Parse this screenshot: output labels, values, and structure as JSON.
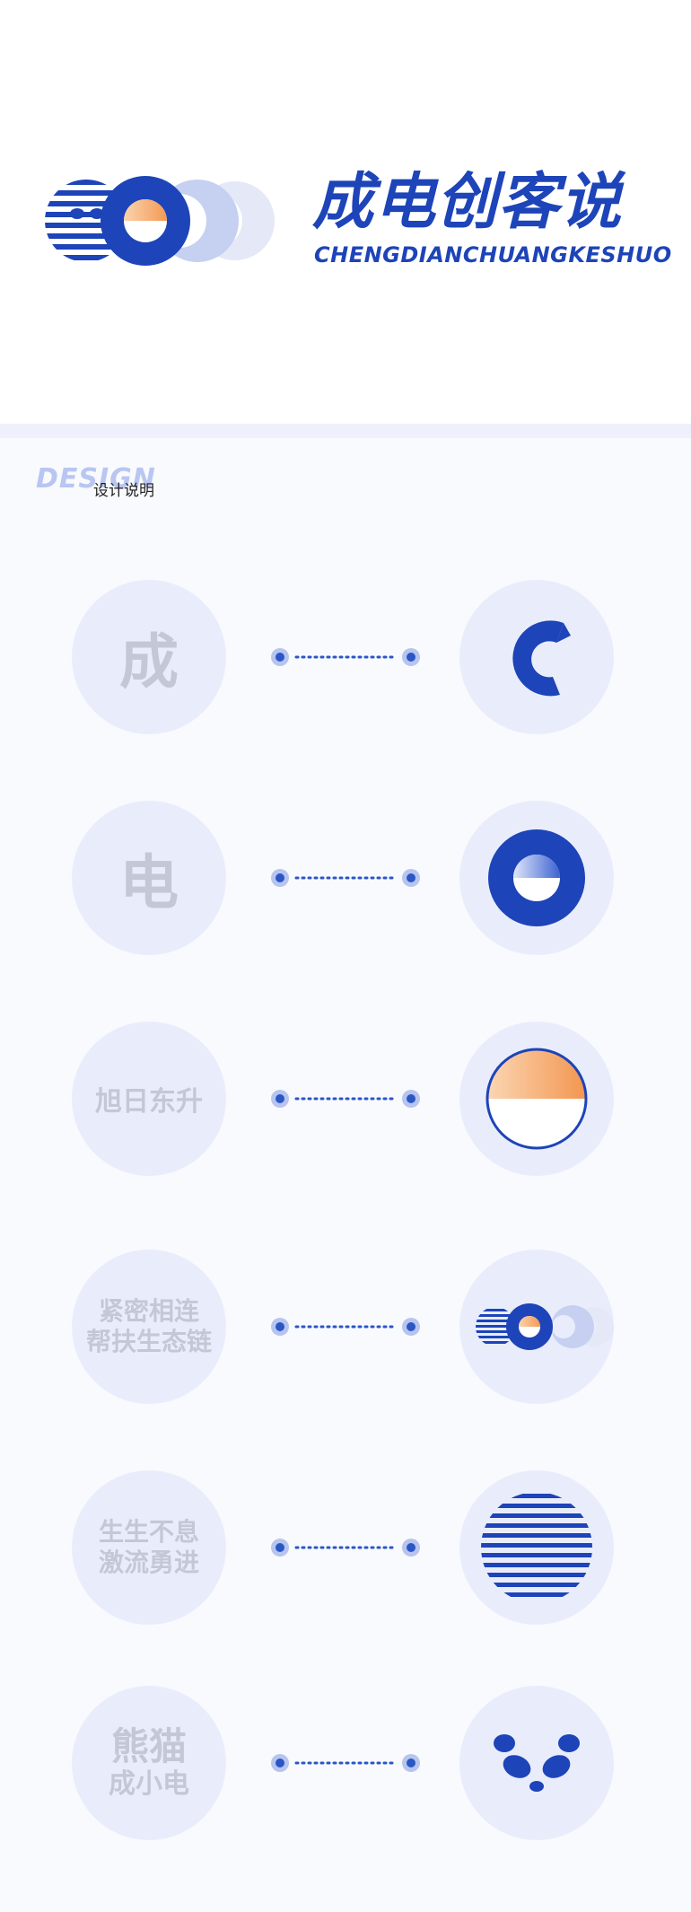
{
  "brand": {
    "name_cn": "成电创客说",
    "name_en": "CHENGDIANCHUANGKESHUO"
  },
  "design_section": {
    "heading_word": "DESIGN",
    "heading_subtitle": "设计说明"
  },
  "mappings": [
    {
      "left_lines": [
        "成"
      ],
      "right_icon": "c-letter-icon"
    },
    {
      "left_lines": [
        "电"
      ],
      "right_icon": "ring-half-gradient-icon"
    },
    {
      "left_lines": [
        "旭日东升"
      ],
      "right_icon": "rising-sun-icon"
    },
    {
      "left_lines": [
        "紧密相连",
        "帮扶生态链"
      ],
      "right_icon": "linked-rings-icon"
    },
    {
      "left_lines": [
        "生生不息",
        "激流勇进"
      ],
      "right_icon": "striped-globe-icon"
    },
    {
      "left_lines": [
        "熊猫",
        "成小电"
      ],
      "right_icon": "panda-face-icon"
    }
  ],
  "colors": {
    "brand_blue": "#1d44b8",
    "light_blue": "#b9c6f2",
    "pale_circle": "#e9edfb",
    "ghost_text": "#c4c8d6",
    "sun_orange": "#f4a161",
    "connector_dot": "#2a56c6"
  }
}
